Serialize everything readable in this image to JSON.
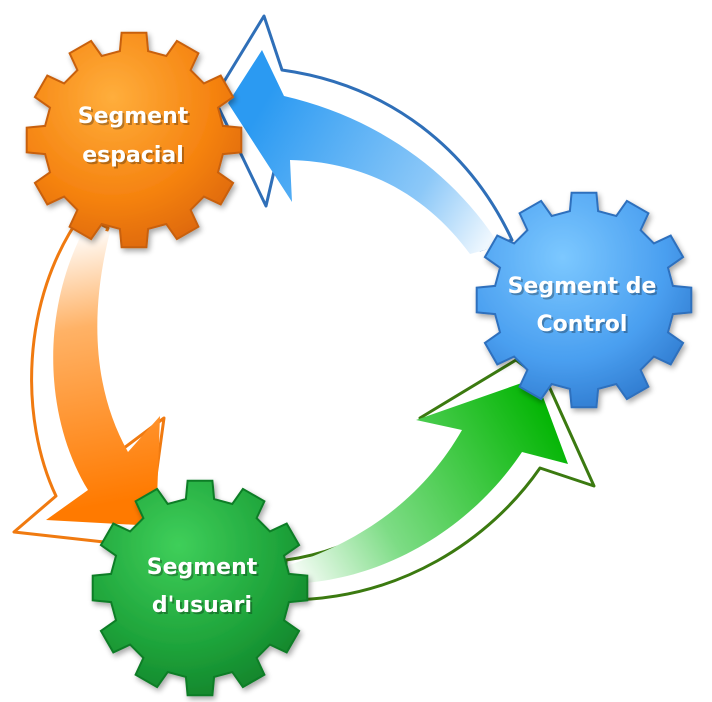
{
  "diagram": {
    "nodes": [
      {
        "id": "space",
        "line1": "Segment",
        "line2": "espacial",
        "color": "#f7871c"
      },
      {
        "id": "control",
        "line1": "Segment de",
        "line2": "Control",
        "color": "#4aa8f0"
      },
      {
        "id": "user",
        "line1": "Segment",
        "line2": "d'usuari",
        "color": "#1faa3a"
      }
    ],
    "arrows": [
      {
        "from": "control",
        "to": "space",
        "color": "#2f9cf0"
      },
      {
        "from": "space",
        "to": "user",
        "color": "#ff7a00"
      },
      {
        "from": "user",
        "to": "control",
        "color": "#00b200"
      }
    ]
  }
}
